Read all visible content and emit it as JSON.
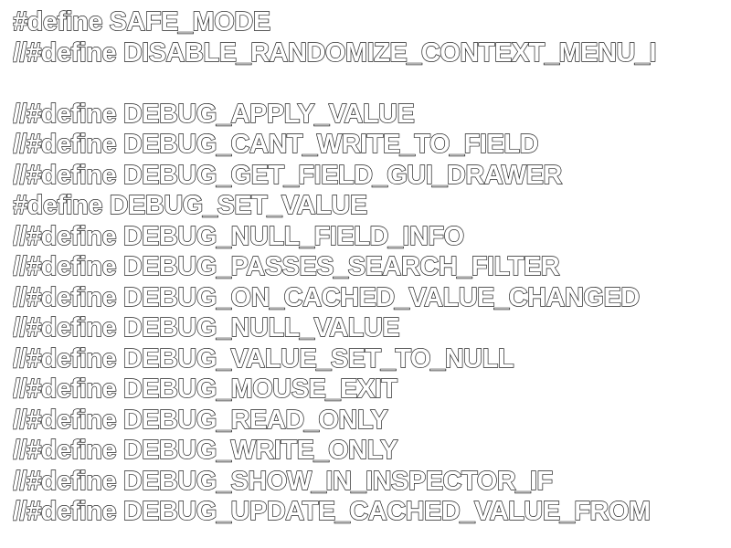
{
  "lines": [
    "#define SAFE_MODE",
    "//#define DISABLE_RANDOMIZE_CONTEXT_MENU_I",
    "",
    "//#define DEBUG_APPLY_VALUE",
    "//#define DEBUG_CANT_WRITE_TO_FIELD",
    "//#define DEBUG_GET_FIELD_GUI_DRAWER",
    "#define DEBUG_SET_VALUE",
    "//#define DEBUG_NULL_FIELD_INFO",
    "//#define DEBUG_PASSES_SEARCH_FILTER",
    "//#define DEBUG_ON_CACHED_VALUE_CHANGED",
    "//#define DEBUG_NULL_VALUE",
    "//#define DEBUG_VALUE_SET_TO_NULL",
    "//#define DEBUG_MOUSE_EXIT",
    "//#define DEBUG_READ_ONLY",
    "//#define DEBUG_WRITE_ONLY",
    "//#define DEBUG_SHOW_IN_INSPECTOR_IF",
    "//#define DEBUG_UPDATE_CACHED_VALUE_FROM"
  ]
}
